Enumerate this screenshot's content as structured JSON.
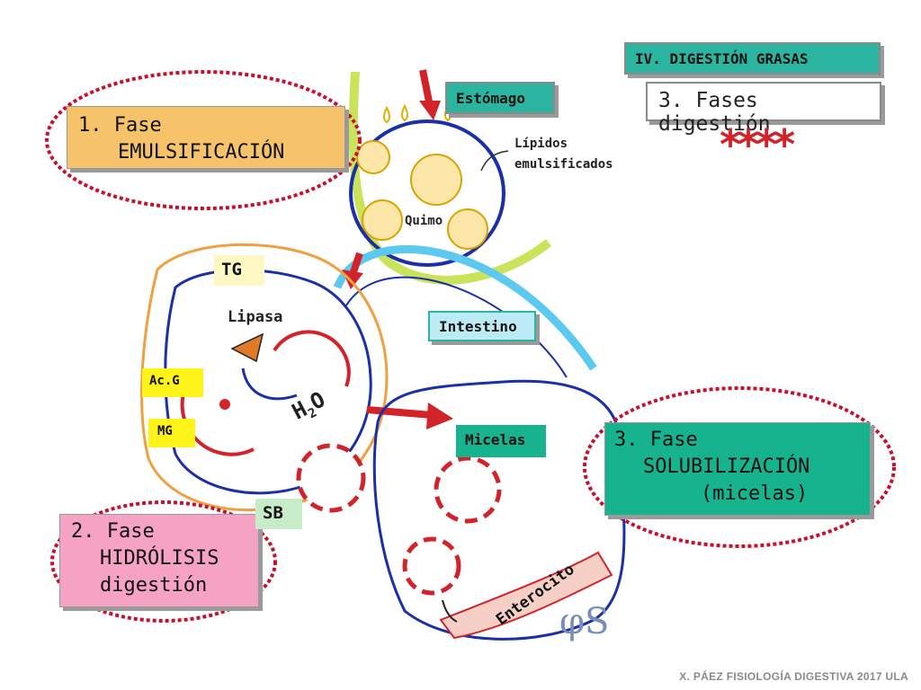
{
  "header": {
    "section": "IV. DIGESTIÓN GRASAS",
    "title": "3. Fases digestión",
    "stars": "****"
  },
  "phases": {
    "emulsification": {
      "line1": "1. Fase",
      "line2": "EMULSIFICACIÓN"
    },
    "hydrolysis": {
      "line1": "2. Fase",
      "line2": "HIDRÓLISIS",
      "line3": "digestión"
    },
    "solubilization": {
      "line1": "3. Fase",
      "line2": "SOLUBILIZACIÓN",
      "line3": "(micelas)"
    }
  },
  "labels": {
    "stomach": "Estómago",
    "emulsified_lipids_1": "Lípidos",
    "emulsified_lipids_2": "emulsificados",
    "chyme": "Quimo",
    "tg": "TG",
    "lipase": "Lipasa",
    "intestine": "Intestino",
    "fatty_acid": "Ac.G",
    "mg": "MG",
    "water": "H2O",
    "water_main": "H",
    "water_sub": "2",
    "water_o": "O",
    "micelles": "Micelas",
    "sb": "SB",
    "enterocyte": "Enterocito",
    "signature": "φS"
  },
  "footer": "X. PÁEZ  FISIOLOGÍA DIGESTIVA 2017  ULA",
  "colors": {
    "teal": "#2bb5a0",
    "orange_box": "#f7c36a",
    "pink_box": "#f6a2c4",
    "green_box": "#16b38e",
    "yellow_tag": "#fff41a",
    "light_yellow": "#fdf8c4",
    "red_dashed": "#c8102e",
    "blue_line": "#1b2fa8",
    "cyan_line": "#5cc9f0",
    "green_line": "#c9e35a",
    "red_arrow": "#d3232a"
  }
}
